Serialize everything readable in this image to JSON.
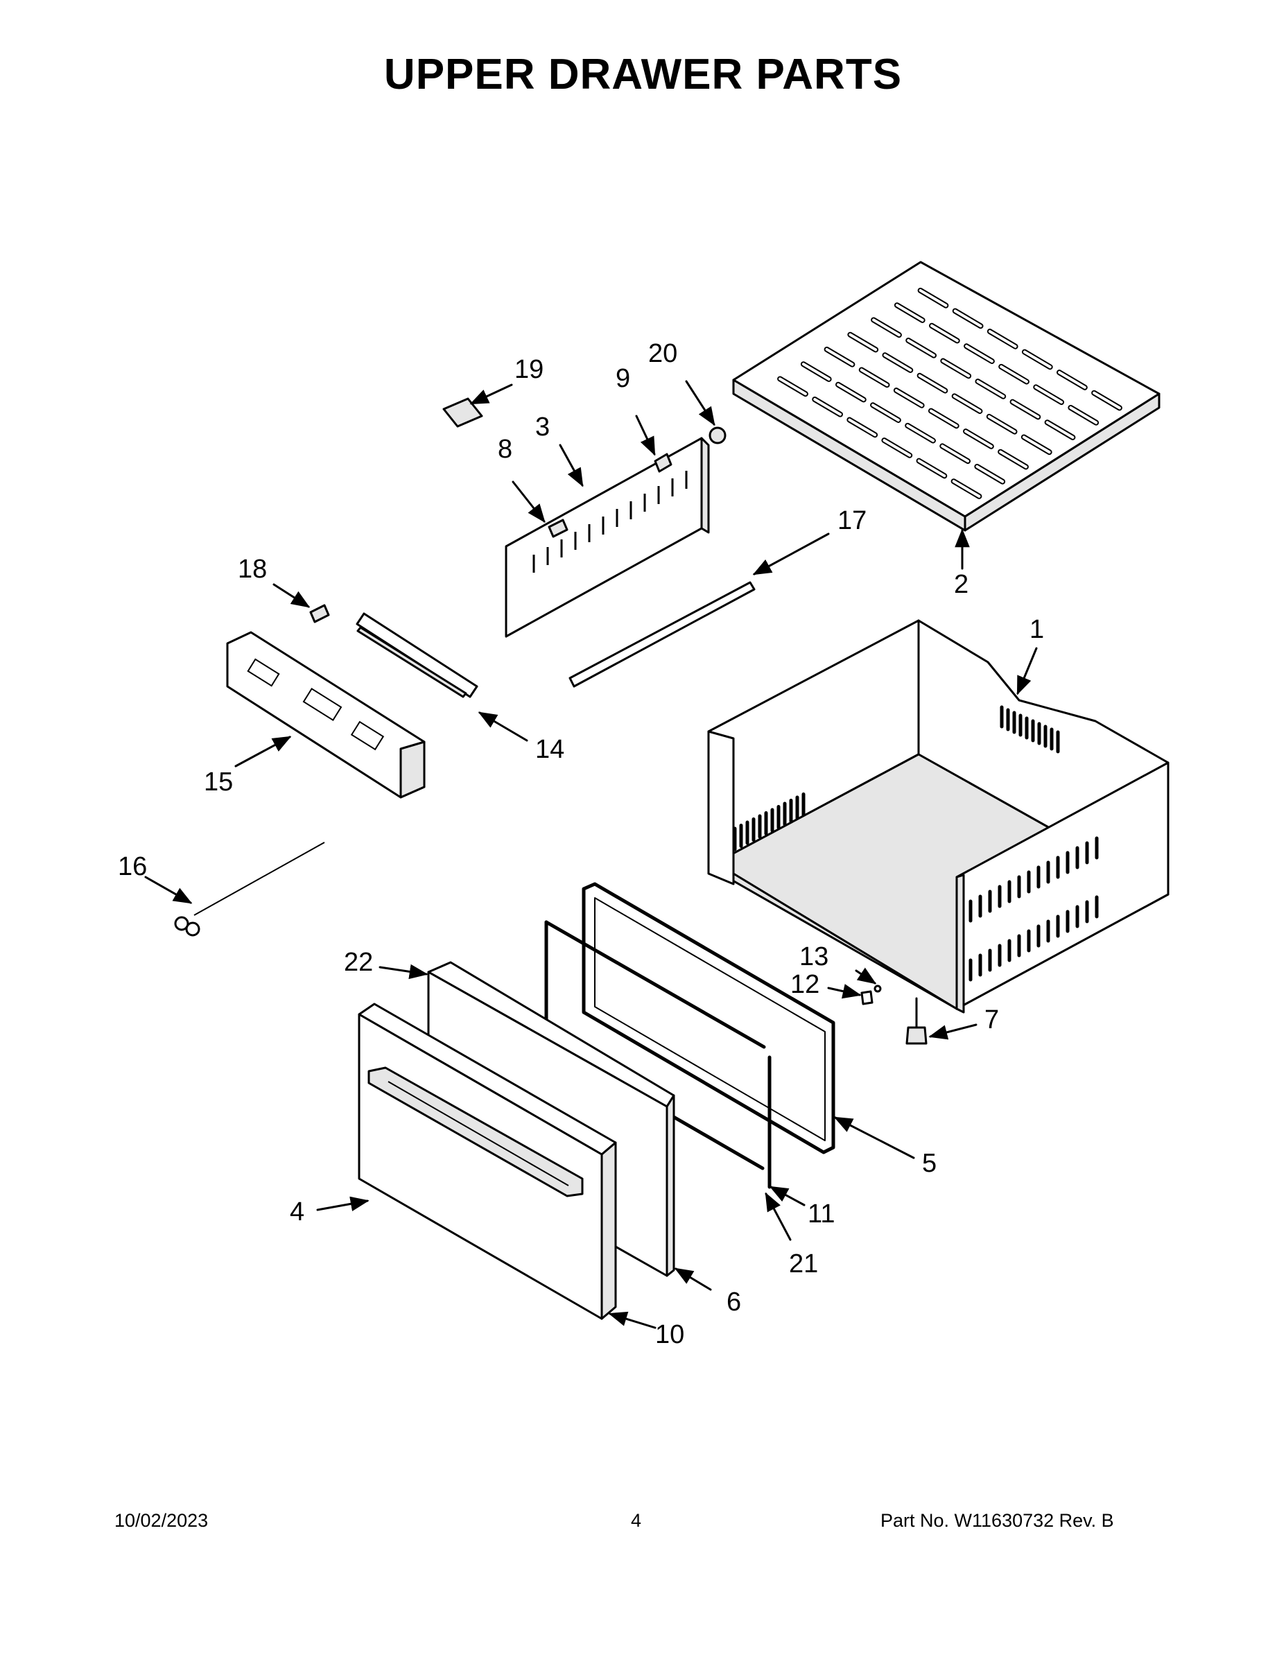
{
  "title": "UPPER DRAWER PARTS",
  "callouts": {
    "c1": "1",
    "c2": "2",
    "c3": "3",
    "c4": "4",
    "c5": "5",
    "c6": "6",
    "c7": "7",
    "c8": "8",
    "c9": "9",
    "c10": "10",
    "c11": "11",
    "c12": "12",
    "c13": "13",
    "c14": "14",
    "c15": "15",
    "c16": "16",
    "c17": "17",
    "c18": "18",
    "c19": "19",
    "c20": "20",
    "c21": "21",
    "c22": "22"
  },
  "footer": {
    "date": "10/02/2023",
    "page": "4",
    "part": "Part No.  W11630732  Rev.  B"
  }
}
